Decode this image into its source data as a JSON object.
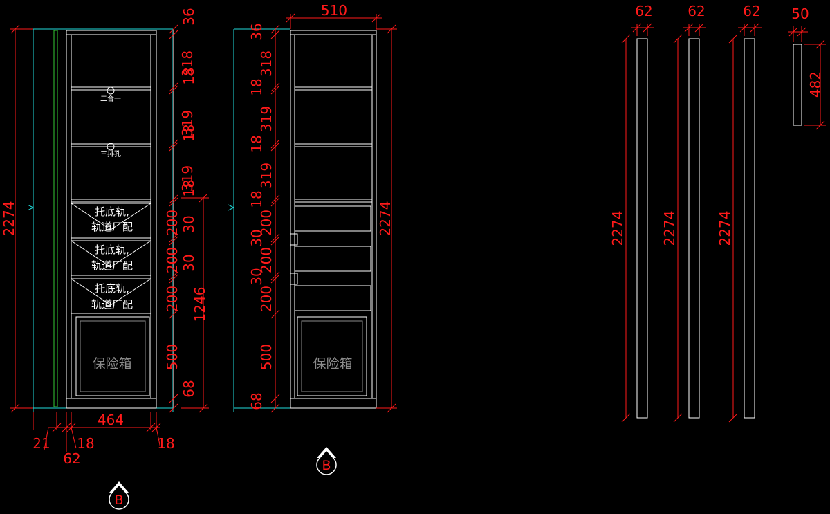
{
  "colors": {
    "background": "#000000",
    "dimension": "#ff1a1a",
    "outline": "#ffffff",
    "wall": "#22dddd",
    "edge": "#33cc33",
    "inner": "#8a8a8a"
  },
  "front": {
    "height": "2274",
    "right_dims": [
      "36",
      "318",
      "18",
      "319",
      "18",
      "319",
      "18",
      "200",
      "30",
      "200",
      "30",
      "200",
      "500",
      "68"
    ],
    "drawer_total": "1246",
    "bottom_width": "464",
    "bottom_left_a": "21",
    "bottom_left_b": "62",
    "bottom_left_c": "18",
    "bottom_right": "18",
    "shelf_note_1": "二合一",
    "shelf_note_2": "三排孔",
    "drawer_note_line1": "托底轨,",
    "drawer_note_line2": "轨道厂配",
    "safe_label": "保险箱",
    "section_mark": "B"
  },
  "side": {
    "top_width": "510",
    "height": "2274",
    "left_dims": [
      "36",
      "318",
      "18",
      "319",
      "18",
      "319",
      "18",
      "200",
      "30",
      "200",
      "30",
      "200",
      "500",
      "68"
    ],
    "safe_label": "保险箱",
    "section_mark": "B"
  },
  "panels": [
    {
      "width": "62",
      "height": "2274"
    },
    {
      "width": "62",
      "height": "2274"
    },
    {
      "width": "62",
      "height": "2274"
    },
    {
      "width": "50",
      "height": "482"
    }
  ]
}
